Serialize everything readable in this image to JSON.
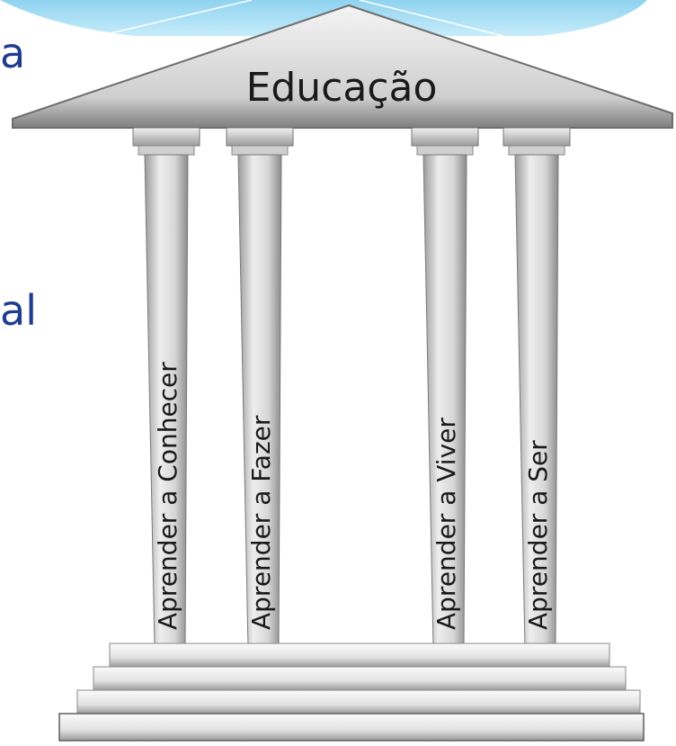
{
  "roof_title": "Educação",
  "pillars": [
    {
      "label": "Aprender a Conhecer"
    },
    {
      "label": "Aprender a Fazer"
    },
    {
      "label": "Aprender a Viver"
    },
    {
      "label": "Aprender a Ser"
    }
  ],
  "background_text": {
    "line1": "a",
    "line2": "al"
  },
  "colors": {
    "header_band": "#9ad8f2",
    "stone_light": "#ececec",
    "stone_dark": "#8f8f8f",
    "slide_text": "#1f3c8f"
  }
}
